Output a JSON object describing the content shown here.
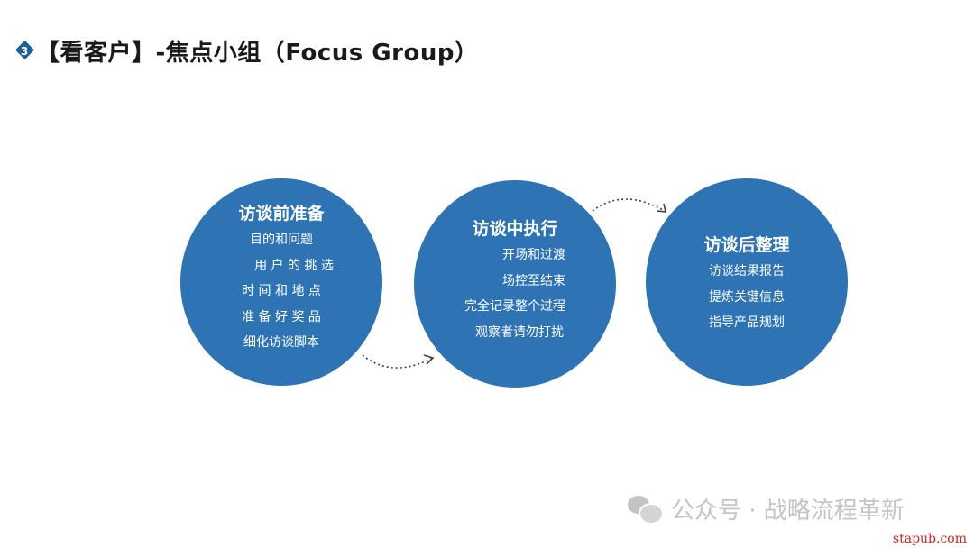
{
  "header": {
    "badge_number": "3",
    "title": "【看客户】-焦点小组（Focus Group）"
  },
  "stages": [
    {
      "title": "访谈前准备",
      "items": [
        "目的和问题",
        "用 户 的 挑 选",
        "时 间 和 地 点",
        "准 备 好 奖 品",
        "细化访谈脚本"
      ]
    },
    {
      "title": "访谈中执行",
      "items": [
        "开场和过渡",
        "场控至结束",
        "完全记录整个过程",
        "观察者请勿打扰"
      ]
    },
    {
      "title": "访谈后整理",
      "items": [
        "访谈结果报告",
        "提炼关键信息",
        "指导产品规划"
      ]
    }
  ],
  "colors": {
    "circle": "#2e74b5",
    "badge": "#1f5f9a",
    "arrow": "#404040",
    "watermark": "#c4c4c4",
    "site": "#cc2222"
  },
  "watermark": {
    "icon": "wechat-icon",
    "text": "公众号 · 战略流程革新"
  },
  "footer": {
    "site": "stapub.com"
  }
}
